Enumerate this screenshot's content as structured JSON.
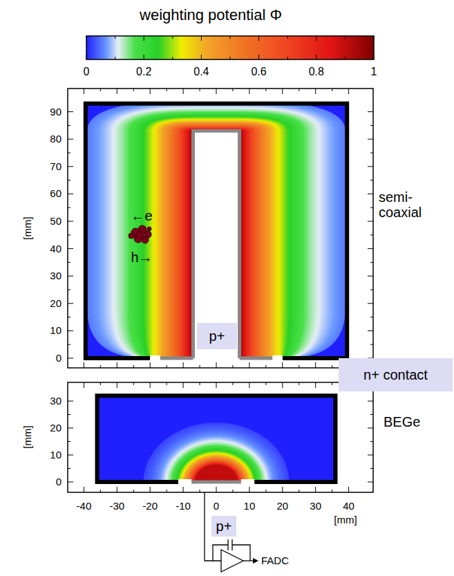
{
  "diagram": {
    "nodes": [
      {
        "text": [
          "p+"
        ]
      },
      {
        "text": [
          "n+ contact"
        ]
      },
      {
        "text": [
          "p+"
        ]
      }
    ],
    "labels": [
      "weighting potential Φ",
      "0",
      "0.2",
      "0.4",
      "0.6",
      "0.8",
      "1",
      "90",
      "80",
      "70",
      "60",
      "50",
      "40",
      "30",
      "20",
      "10",
      "0",
      "[mm]",
      "semi-coaxial",
      "←e",
      "h→",
      "30",
      "20",
      "10",
      "0",
      "[mm]",
      "BEGe",
      "-40",
      "-30",
      "-20",
      "-10",
      "0",
      "10",
      "20",
      "30",
      "40",
      "[mm]",
      "FADC"
    ]
  }
}
